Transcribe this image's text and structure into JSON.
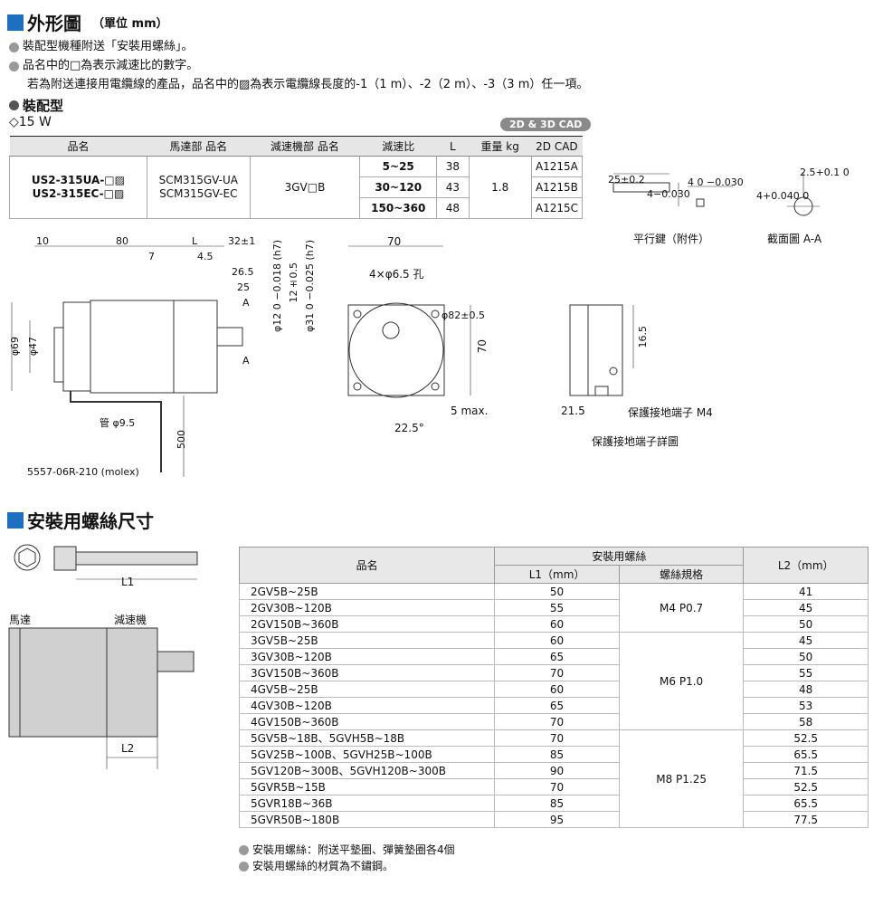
{
  "header": {
    "title": "外形圖",
    "unit": "（單位 mm）"
  },
  "notes_top": [
    "裝配型機種附送「安裝用螺絲」。",
    "品名中的□為表示減速比的數字。",
    "若為附送連接用電纜線的產品，品名中的▨為表示電纜線長度的-1（1 m）、-2（2 m）、-3（3 m）任一項。"
  ],
  "assembly": {
    "title": "裝配型",
    "watt": "◇15 W",
    "cad_badge": "2D & 3D CAD"
  },
  "spec_table": {
    "headers": [
      "品名",
      "馬達部 品名",
      "減速機部 品名",
      "減速比",
      "L",
      "重量 kg",
      "2D CAD"
    ],
    "product_names": [
      "US2-315UA-□▨",
      "US2-315EC-□▨"
    ],
    "motor_names": [
      "SCM315GV-UA",
      "SCM315GV-EC"
    ],
    "gear_name": "3GV□B",
    "weight": "1.8",
    "rows": [
      {
        "ratio": "5~25",
        "L": "38",
        "cad": "A1215A"
      },
      {
        "ratio": "30~120",
        "L": "43",
        "cad": "A1215B"
      },
      {
        "ratio": "150~360",
        "L": "48",
        "cad": "A1215C"
      }
    ]
  },
  "key_drawing": {
    "label_left": "平行鍵（附件）",
    "label_right": "截面圖 A-A",
    "dims": [
      "25±0.2",
      "4−0.030",
      "4 0 −0.030",
      "2.5+0.1 0",
      "4+0.040 0"
    ]
  },
  "main_drawing": {
    "dims": [
      "10",
      "80",
      "L",
      "32±1",
      "7",
      "4.5",
      "26.5",
      "25",
      "A",
      "A",
      "φ12 0 −0.018 (h7)",
      "12±0.5",
      "φ31 0 −0.025 (h7)",
      "φ69",
      "φ47",
      "管 φ9.5",
      "500",
      "5557-06R-210 (molex)"
    ]
  },
  "front_drawing": {
    "dims": [
      "70",
      "4×φ6.5 孔",
      "φ82±0.5",
      "70",
      "5 max.",
      "22.5°"
    ]
  },
  "ground_drawing": {
    "dims": [
      "16.5",
      "21.5",
      "保護接地端子 M4"
    ],
    "caption": "保護接地端子詳圖"
  },
  "screw_section": {
    "title": "安裝用螺絲尺寸",
    "labels": {
      "l1": "L1",
      "motor": "馬達",
      "gear": "減速機",
      "l2": "L2"
    },
    "table": {
      "header_name": "品名",
      "header_screw": "安裝用螺絲",
      "header_l1": "L1（mm）",
      "header_spec": "螺絲規格",
      "header_l2": "L2（mm）",
      "groups": [
        {
          "spec": "M4 P0.7",
          "rows": [
            {
              "name": "2GV5B~25B",
              "l1": "50",
              "l2": "41"
            },
            {
              "name": "2GV30B~120B",
              "l1": "55",
              "l2": "45"
            },
            {
              "name": "2GV150B~360B",
              "l1": "60",
              "l2": "50"
            }
          ]
        },
        {
          "spec": "M6 P1.0",
          "rows": [
            {
              "name": "3GV5B~25B",
              "l1": "60",
              "l2": "45"
            },
            {
              "name": "3GV30B~120B",
              "l1": "65",
              "l2": "50"
            },
            {
              "name": "3GV150B~360B",
              "l1": "70",
              "l2": "55"
            },
            {
              "name": "4GV5B~25B",
              "l1": "60",
              "l2": "48"
            },
            {
              "name": "4GV30B~120B",
              "l1": "65",
              "l2": "53"
            },
            {
              "name": "4GV150B~360B",
              "l1": "70",
              "l2": "58"
            }
          ]
        },
        {
          "spec": "M8 P1.25",
          "rows": [
            {
              "name": "5GV5B~18B、5GVH5B~18B",
              "l1": "70",
              "l2": "52.5"
            },
            {
              "name": "5GV25B~100B、5GVH25B~100B",
              "l1": "85",
              "l2": "65.5"
            },
            {
              "name": "5GV120B~300B、5GVH120B~300B",
              "l1": "90",
              "l2": "71.5"
            },
            {
              "name": "5GVR5B~15B",
              "l1": "70",
              "l2": "52.5"
            },
            {
              "name": "5GVR18B~36B",
              "l1": "85",
              "l2": "65.5"
            },
            {
              "name": "5GVR50B~180B",
              "l1": "95",
              "l2": "77.5"
            }
          ]
        }
      ]
    },
    "notes": [
      "安裝用螺絲：附送平墊圈、彈簧墊圈各4個",
      "安裝用螺絲的材質為不鏽鋼。"
    ]
  }
}
